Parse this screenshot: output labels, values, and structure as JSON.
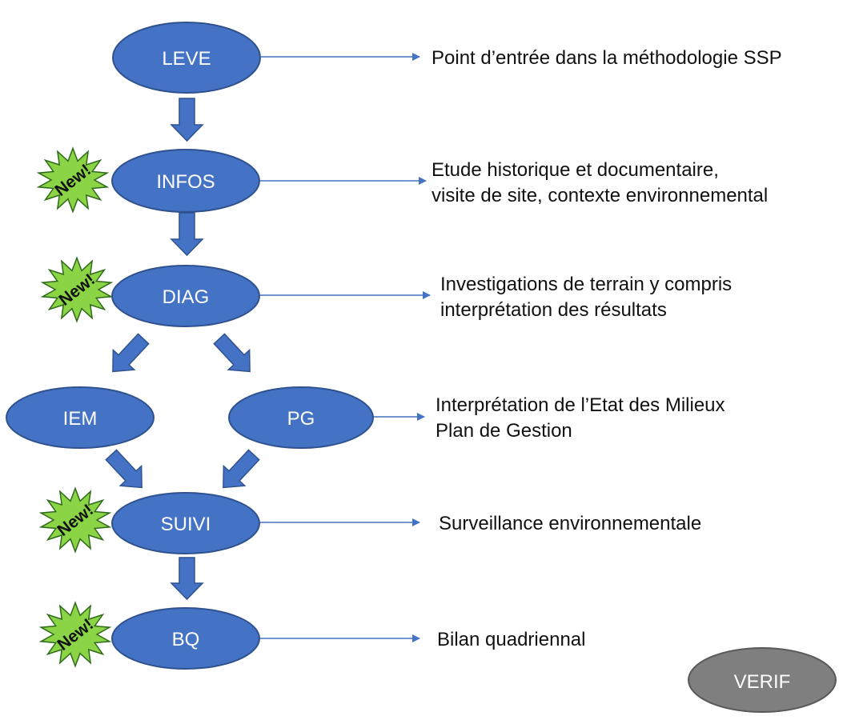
{
  "colors": {
    "node_fill": "#4472C4",
    "node_stroke": "#2F528F",
    "verif_fill": "#7F7F7F",
    "verif_stroke": "#595959",
    "arrow": "#4472C4",
    "badge_fill": "#8BD446",
    "badge_stroke": "#2E6B1A",
    "text": "#111111",
    "node_text": "#ffffff"
  },
  "nodes": {
    "leve": "LEVE",
    "infos": "INFOS",
    "diag": "DIAG",
    "iem": "IEM",
    "pg": "PG",
    "suivi": "SUIVI",
    "bq": "BQ",
    "verif": "VERIF"
  },
  "descriptions": {
    "leve": [
      "Point d’entrée dans la méthodologie SSP"
    ],
    "infos": [
      "Etude historique et documentaire,",
      "visite de site, contexte environnemental"
    ],
    "diag": [
      "Investigations de terrain y compris",
      "interprétation des résultats"
    ],
    "pg": [
      "Interprétation de l’Etat des Milieux",
      "Plan de Gestion"
    ],
    "suivi": [
      "Surveillance environnementale"
    ],
    "bq": [
      "Bilan quadriennal"
    ]
  },
  "badge_label": "New!"
}
